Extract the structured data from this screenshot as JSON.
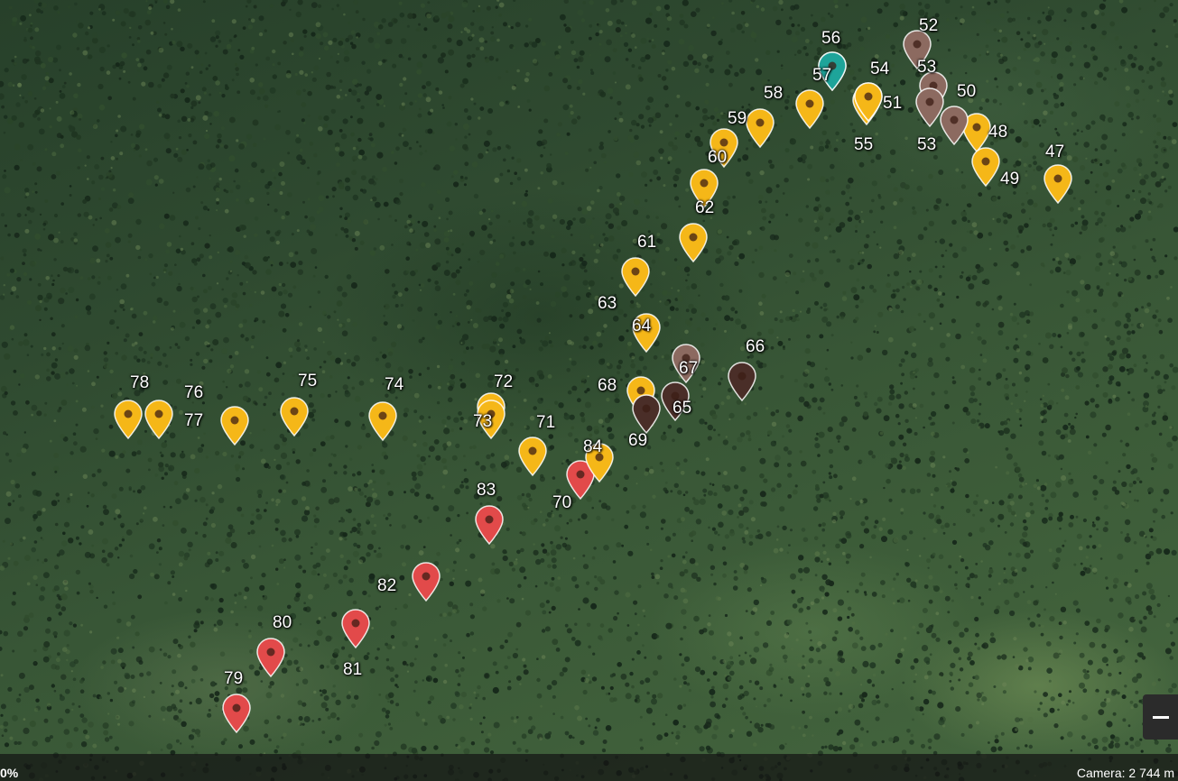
{
  "map": {
    "view": "satellite",
    "colors": {
      "yellow": "#f5b718",
      "red": "#e24a4a",
      "taupe": "#8c6a60",
      "dark_brown": "#4a2e28",
      "teal": "#1ea49a"
    },
    "markers": [
      {
        "label": "47",
        "color": "yellow"
      },
      {
        "label": "48",
        "color": "yellow"
      },
      {
        "label": "49",
        "color": "yellow"
      },
      {
        "label": "50",
        "color": "taupe"
      },
      {
        "label": "51",
        "color": "yellow"
      },
      {
        "label": "52",
        "color": "taupe"
      },
      {
        "label": "53",
        "color": "taupe"
      },
      {
        "label": "53",
        "color": "taupe"
      },
      {
        "label": "54",
        "color": "yellow"
      },
      {
        "label": "55",
        "color": "yellow"
      },
      {
        "label": "56",
        "color": "teal"
      },
      {
        "label": "57",
        "color": "teal"
      },
      {
        "label": "58",
        "color": "yellow"
      },
      {
        "label": "59",
        "color": "yellow"
      },
      {
        "label": "60",
        "color": "yellow"
      },
      {
        "label": "61",
        "color": "yellow"
      },
      {
        "label": "62",
        "color": "yellow"
      },
      {
        "label": "63",
        "color": "yellow"
      },
      {
        "label": "64",
        "color": "yellow"
      },
      {
        "label": "65",
        "color": "dark_brown"
      },
      {
        "label": "66",
        "color": "dark_brown"
      },
      {
        "label": "67",
        "color": "taupe"
      },
      {
        "label": "68",
        "color": "yellow"
      },
      {
        "label": "69",
        "color": "dark_brown"
      },
      {
        "label": "70",
        "color": "red"
      },
      {
        "label": "71",
        "color": "yellow"
      },
      {
        "label": "72",
        "color": "yellow"
      },
      {
        "label": "73",
        "color": "yellow"
      },
      {
        "label": "74",
        "color": "yellow"
      },
      {
        "label": "75",
        "color": "yellow"
      },
      {
        "label": "76",
        "color": "yellow"
      },
      {
        "label": "77",
        "color": "yellow"
      },
      {
        "label": "78",
        "color": "yellow"
      },
      {
        "label": "79",
        "color": "red"
      },
      {
        "label": "80",
        "color": "red"
      },
      {
        "label": "81",
        "color": "red"
      },
      {
        "label": "82",
        "color": "red"
      },
      {
        "label": "83",
        "color": "red"
      },
      {
        "label": "84",
        "color": "yellow"
      }
    ]
  },
  "status": {
    "progress": "0%",
    "camera": "Camera: 2 744 m"
  },
  "controls": {
    "zoom_out_icon": "minus-icon"
  }
}
